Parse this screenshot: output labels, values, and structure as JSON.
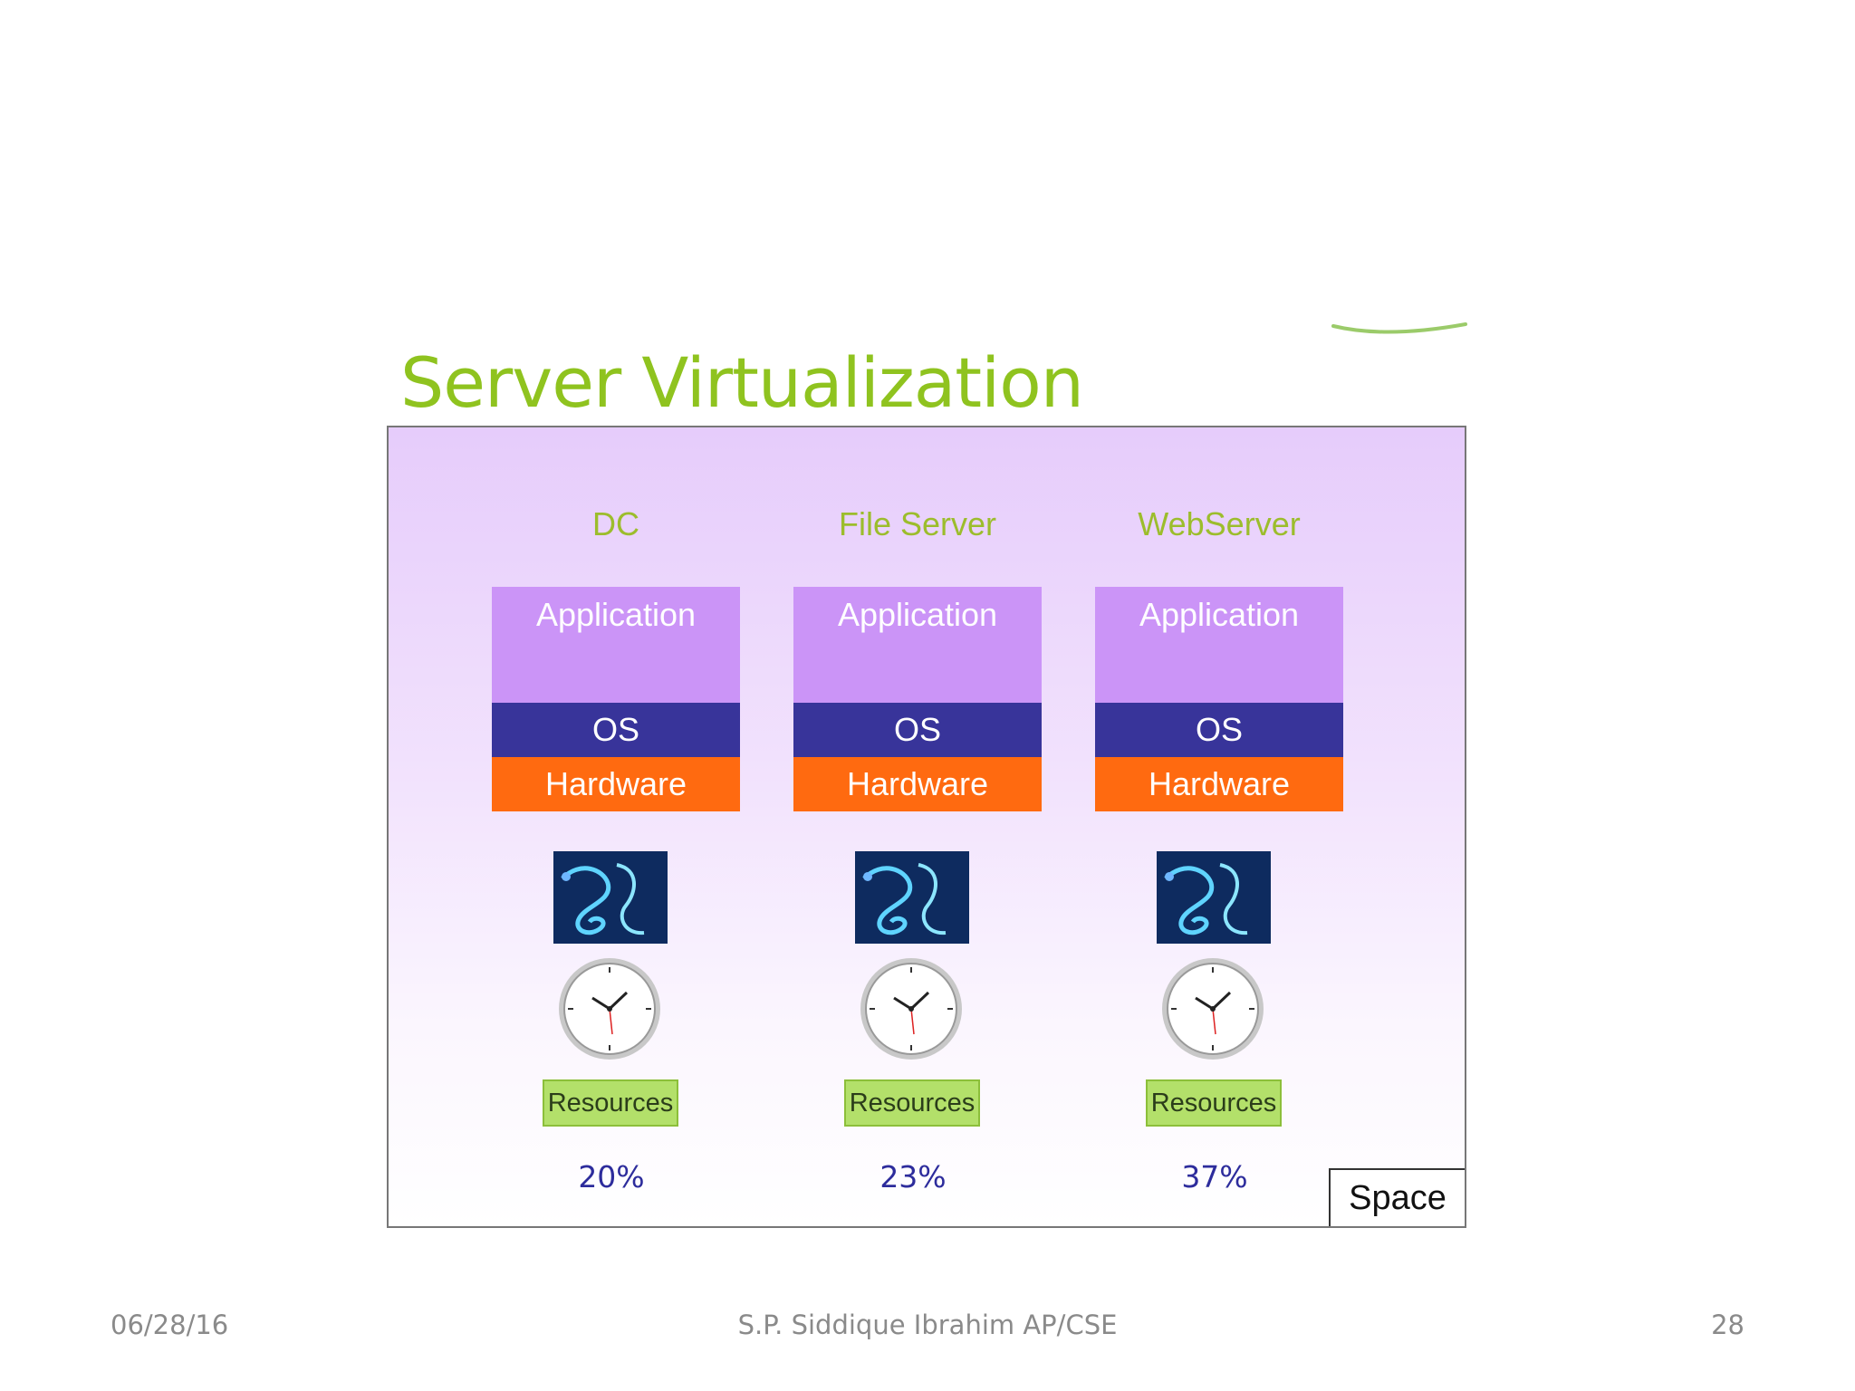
{
  "slide": {
    "title": "Server Virtualization",
    "columns": [
      {
        "name": "DC",
        "layers": {
          "application": "Application",
          "os": "OS",
          "hardware": "Hardware"
        },
        "resources_label": "Resources",
        "usage": "20%"
      },
      {
        "name": "File Server",
        "layers": {
          "application": "Application",
          "os": "OS",
          "hardware": "Hardware"
        },
        "resources_label": "Resources",
        "usage": "23%"
      },
      {
        "name": "WebServer",
        "layers": {
          "application": "Application",
          "os": "OS",
          "hardware": "Hardware"
        },
        "resources_label": "Resources",
        "usage": "37%"
      }
    ],
    "space_label": "Space",
    "icons": [
      "power-cable-icon",
      "clock-icon"
    ]
  },
  "footer": {
    "date": "06/28/16",
    "author": "S.P. Siddique Ibrahim AP/CSE",
    "page": "28"
  },
  "colors": {
    "title": "#8fc31f",
    "application": "#cb94f7",
    "os": "#38349a",
    "hardware": "#ff6a10",
    "resources": "#b3e06a",
    "percent": "#2d2c9c"
  }
}
